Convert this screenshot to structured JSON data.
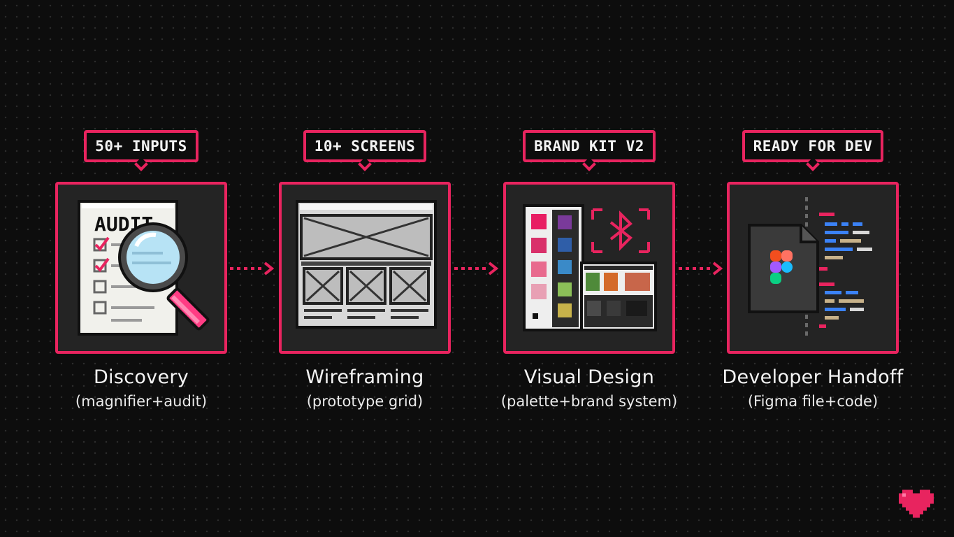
{
  "steps": [
    {
      "badge": "50+ INPUTS",
      "title": "Discovery",
      "subtitle": "(magnifier+audit)",
      "icon_label": "AUDIT"
    },
    {
      "badge": "10+ SCREENS",
      "title": "Wireframing",
      "subtitle": "(prototype grid)"
    },
    {
      "badge": "BRAND KIT V2",
      "title": "Visual Design",
      "subtitle": "(palette+brand system)"
    },
    {
      "badge": "READY FOR DEV",
      "title": "Developer Handoff",
      "subtitle": "(Figma file+code)"
    }
  ],
  "colors": {
    "accent": "#e8245f",
    "background": "#0d0d0d",
    "card": "#242424",
    "text": "#f0f0f0"
  },
  "icons": [
    "audit-document-icon",
    "magnifier-icon",
    "wireframe-icon",
    "color-palette-icon",
    "bluetooth-icon",
    "figma-file-icon",
    "code-lines-icon",
    "dotted-arrow-icon",
    "pixel-heart-icon"
  ]
}
